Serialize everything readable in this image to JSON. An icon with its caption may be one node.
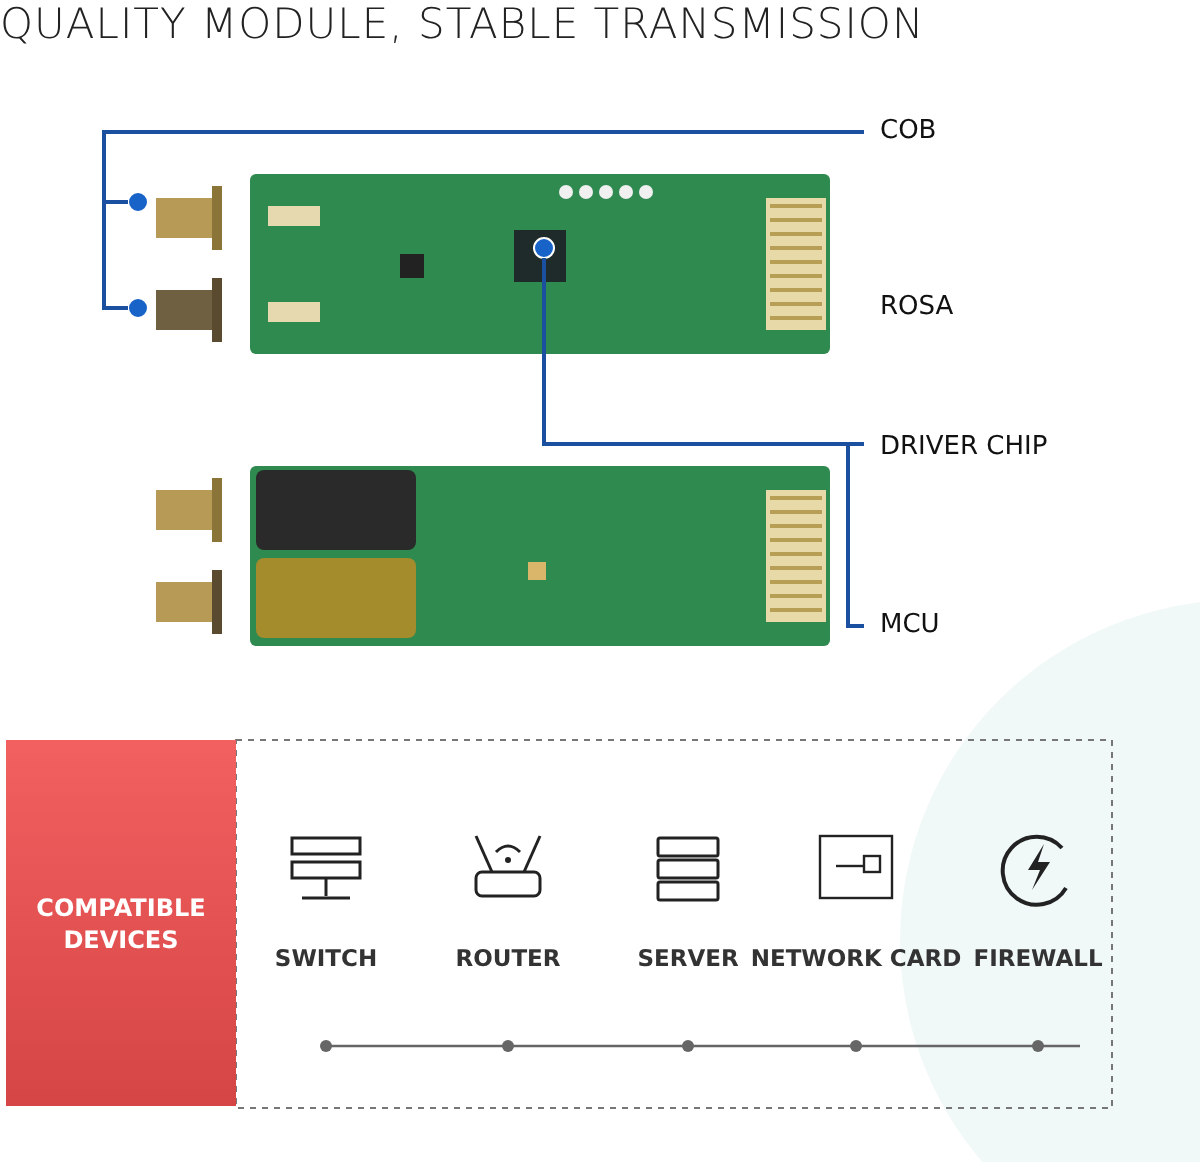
{
  "diagram": {
    "title": "QUALITY MODULE, STABLE TRANSMISSION",
    "nodes": [
      {
        "text": [
          "COB"
        ]
      },
      {
        "text": [],
        "shape": "circle"
      },
      {
        "text": [],
        "shape": "circle"
      },
      {
        "text": [
          "ROSA"
        ]
      },
      {
        "text": [
          "DRIVER CHIP"
        ]
      },
      {
        "text": [],
        "shape": "circle"
      },
      {
        "text": [
          "MCU"
        ]
      },
      {
        "text": [
          "COMPATIBLE DEVICES"
        ]
      }
    ],
    "edges": [
      {
        "from": 0,
        "to": 1,
        "arrow": "none"
      },
      {
        "from": 0,
        "to": 2,
        "arrow": "none"
      },
      {
        "from": 5,
        "to": 4,
        "arrow": "none"
      },
      {
        "from": 5,
        "to": 6,
        "arrow": "none"
      }
    ],
    "labels": [
      "SWITCH",
      "ROUTER",
      "SERVER",
      "NETWORK CARD",
      "FIREWALL"
    ]
  }
}
